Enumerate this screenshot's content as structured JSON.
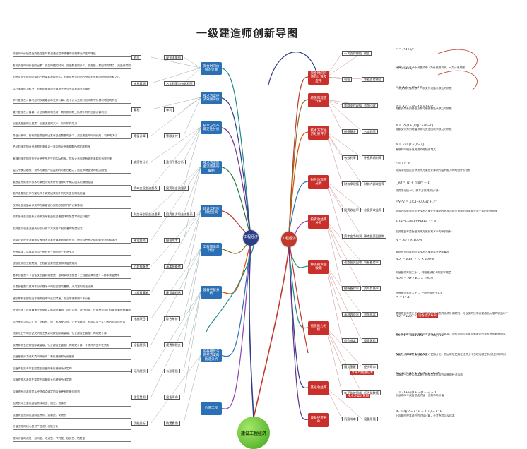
{
  "title": "一级建造师创新导图",
  "center": {
    "label": "建设工程经济"
  },
  "hubs": [
    {
      "id": "left",
      "label": "工程经济",
      "color": "#2c3e86"
    },
    {
      "id": "right",
      "label": "工程经济",
      "color": "#c0392b"
    }
  ],
  "left_nodes": [
    {
      "label": "资金时间价值的计算",
      "color": "blue"
    },
    {
      "label": "技术方案经济效果评价",
      "color": "blue"
    },
    {
      "label": "技术方案不确定性分析",
      "color": "blue"
    },
    {
      "label": "技术方案现金流量表的编制",
      "color": "blue"
    },
    {
      "label": "建设工程项目总投资",
      "color": "blue"
    },
    {
      "label": "工程量清单计价",
      "color": "blue"
    },
    {
      "label": "设备更新分析",
      "color": "blue"
    },
    {
      "label": "设备租赁与购买方案的比选分析",
      "color": "blue"
    },
    {
      "label": "价值工程",
      "color": "blue"
    }
  ],
  "right_nodes": [
    {
      "label": "资金时间价值的计算及应用",
      "color": "red"
    },
    {
      "label": "终值和现值计算",
      "color": "red"
    },
    {
      "label": "技术方案经济效果评价",
      "color": "red"
    },
    {
      "label": "财务净现值分析",
      "color": "red"
    },
    {
      "label": "投资收益率分析",
      "color": "red"
    },
    {
      "label": "静态投资回收期",
      "color": "red"
    },
    {
      "label": "偿债能力分析",
      "color": "red"
    },
    {
      "label": "基准收益率",
      "color": "red"
    },
    {
      "label": "设备经济寿命",
      "color": "red"
    }
  ],
  "left_boxes": [
    "现金流量图",
    "利率",
    "名义利率与有效利率",
    "计息周期",
    "单利",
    "复利",
    "等额支付",
    "等值计算",
    "盈亏平衡分析",
    "敏感性分析",
    "投资现金流量表",
    "资本金现金流量表",
    "投资各方现金流量表",
    "财务计划现金流量表",
    "经营成本",
    "建设投资",
    "基本预备费",
    "价差预备费",
    "建设期利息",
    "工程量清单",
    "综合单价",
    "措施项目",
    "规费和税金",
    "设备磨损",
    "有形磨损",
    "无形磨损",
    "设备寿命",
    "租赁费用",
    "购置费用",
    "功能分析"
  ],
  "right_boxes": [
    "一次支付终值",
    "终值",
    "现值",
    "等额支付终值",
    "等额支付现值",
    "资金回收",
    "偿债基金",
    "名义利率",
    "有效利率",
    "计息周期利率",
    "财务净现值",
    "财务内部收益率",
    "投资收益率",
    "总投资收益率",
    "资本金净利润率",
    "静态投资回收期",
    "动态投资回收期",
    "利息备付率",
    "偿债备付率",
    "资产负债率",
    "基准收益率",
    "资金成本",
    "机会成本",
    "投资风险",
    "通货膨胀",
    "经济寿命",
    "年平均使用成本",
    "低劣化数值",
    "沉没成本",
    "设备原值"
  ],
  "left_notes": [
    "资金时间价值是指资金在生产和流通过程中随着时间推移而产生的增值",
    "影响资金时间价值的因素：资金的使用时间、资金数量的多少、资金投入和回收的特点、资金周转的速度",
    "利息是资金时间价值的一种重要表现形式，利率是单位时间内所得利息额与原借贷金额之比",
    "以利率高低为杠杆，利率的高低首先取决于社会平均利润率的高低",
    "单利是指在计算利息时仅用最初本金来计算，而不计入先前计息周期中所累积增加的利息",
    "复利是指在计算某一计息周期的利息时，其先前周期上所累积的利息要计算利息",
    "现金流量图的三要素：现金流量的大小、方向和作用点",
    "等值计算中，影响资金等值的因素有资金数额的多少、资金发生的时间长短、利率的大小",
    "名义利率是指计息周期利率乘以一年内的计息周期数所得的年利率",
    "有效利率是指资金在计息中所发生的实际利率，包括计息周期有效利率和年有效利率",
    "盈亏平衡点越低，技术方案投产后盈利的可能性越大，适应市场变化的能力越强",
    "敏感度系数表示技术方案经济效果评价指标对不确定因素的敏感程度",
    "临界点是指技术方案允许不确定因素向不利方向变化的极限值",
    "投资现金流量表以技术方案建设所需的总投资作为计算基础",
    "资本金现金流量表从技术方案权益投资者整体的角度考察盈利能力",
    "投资各方现金流量表分别从技术方案各个投资者的角度出发",
    "财务计划现金流量表反映技术方案计算期各年的投资、融资及经营活动的现金流入和流出",
    "经营成本＝总成本费用－折旧费－摊销费－利息支出",
    "建设投资由工程费用、工程建设其他费用和预备费组成",
    "基本预备费＝（设备及工器具购置费＋建筑安装工程费＋工程建设其他费）×基本预备费率",
    "价差预备费以估算年份价格水平的投资额为基数，采用复利方法计算",
    "建设期利息按照当年借款在年中支用考虑，即当年借款按半年计息",
    "分部分项工程量清单应根据规定的项目编码、项目名称、项目特征、计量单位和工程量计算规则编制",
    "综合单价包括人工费、材料费、施工机具使用费、企业管理费、利润以及一定范围内的风险费用",
    "措施项目中的安全文明施工费必须按国家或省级、行业建设主管部门的规定计算",
    "规费和税金应按国家或省级、行业建设主管部门的规定计算，不得作为竞争性费用",
    "设备磨损分为两大类四种形式：有形磨损和无形磨损",
    "设备的自然寿命主要是由设备的有形磨损所决定的",
    "设备的技术寿命主要是由设备的无形磨损所决定的",
    "设备的经济寿命是从经济观点确定的设备更新的最佳时刻",
    "租赁费用主要包括租赁保证金、租金、担保费",
    "设备购置费用包括购置原价、运输费、安装费",
    "价值工程的核心是对产品进行功能分析",
    "提高价值的途径：双向型、改进型、节约型、投资型、牺牲型"
  ],
  "right_notes": [
    "计算公式汇总（下列各式中 i 为计息期利率，n 为计息期数）",
    "一次支付终值系数、一次支付现值系数互为倒数",
    "等额支付系列终值系数与偿债基金系数互为倒数",
    "等额支付系列现值系数与资金回收系数互为倒数",
    "有效利率随计息周期的缩短而增大",
    "财务净现值是反映技术方案在计算期内盈利能力的动态评价指标",
    "财务净现值≥0，技术方案财务上可行",
    "财务内部收益率是使技术方案在计算期内各年净现金流量的现值累计等于零时的折现率",
    "投资收益率是衡量技术方案获利水平的评价指标",
    "静态投资回收期宜从技术方案建设开始年算起",
    "利息备付率应大于1，并结合债权人的要求确定",
    "偿债备付率应大于1，一般不宜低于1.3",
    "基准收益率是企业或行业投资者以动态的观点所确定的、可接受的技术方案最低标准的收益水平",
    "确定基准收益率的基础是资金成本和机会成本，而投资风险和通货膨胀是必须考虑的影响因素",
    "设备经济寿命是指设备从投入使用开始，到因继续使用在经济上不合理而被更新所经历的时间",
    "设备年平均使用成本最小的使用年限即为设备的经济寿命",
    "沉没成本＝设备账面价值－当前市场价值",
    "旧设备应按其现在的价值计算，不考虑其沉没成本"
  ],
  "formulas": [
    "F = P(1+i)ⁿ",
    "P = F(1+i)⁻ⁿ",
    "F = A[(1+i)ⁿ−1]/i",
    "P = A[(1+i)ⁿ−1]/[i(1+i)ⁿ]",
    "A = P·i(1+i)ⁿ/[(1+i)ⁿ−1]",
    "A = F·i/[(1+i)ⁿ−1]",
    "r = i × m",
    "i_eff = (1 + r/m)ᵐ − 1",
    "FNPV = Σ(CI−CO)ₜ(1+i꜀)⁻ᵗ",
    "Σ(CI−CO)ₜ(1+FIRR)⁻ᵗ = 0",
    "R = A / I × 100%",
    "ROI = EBIT / TI × 100%",
    "ROE = NP / EC × 100%",
    "Pₜ = I / A",
    "ICR = EBIT / PI",
    "DSCR = (EBITDA − T_AX) / PD",
    "N₀ = √(2(P−L_N)/λ)",
    "AC_N = (P−L_N)/N + ΣCₜ/N",
    "i꜀ = (1+i₁)(1+i₂)(1+i₃) − 1",
    "B₀ = Q(P − C_u − T_u) − C_F"
  ],
  "banners": [
    "设备经济寿命",
    "年平均使用成本",
    "技术方案计算期"
  ]
}
